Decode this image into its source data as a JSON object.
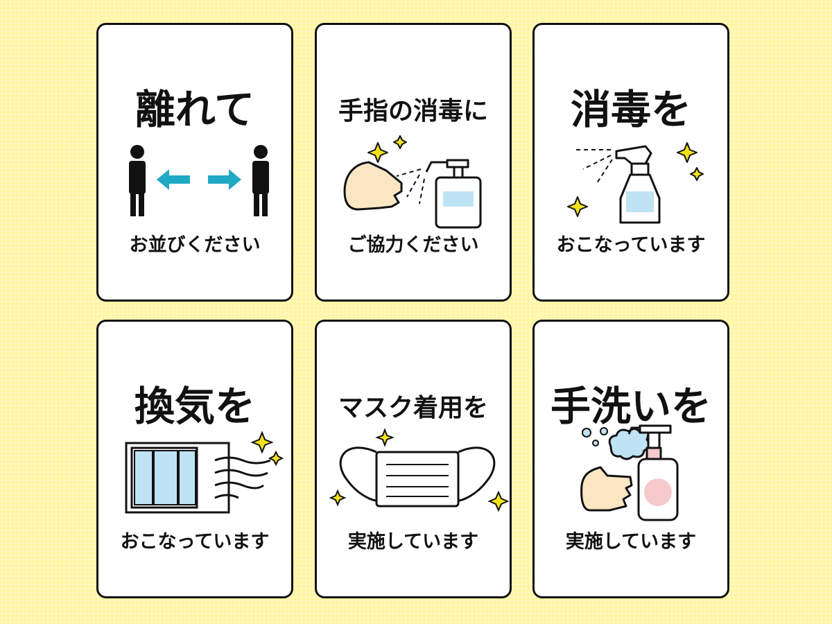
{
  "signs": [
    {
      "title": "離れて",
      "subtitle": "お並びください",
      "icon": "social-distance-icon"
    },
    {
      "title": "手指の消毒に",
      "subtitle": "ご協力ください",
      "icon": "hand-sanitizer-icon"
    },
    {
      "title": "消毒を",
      "subtitle": "おこなっています",
      "icon": "spray-bottle-icon"
    },
    {
      "title": "換気を",
      "subtitle": "おこなっています",
      "icon": "ventilation-window-icon"
    },
    {
      "title": "マスク着用を",
      "subtitle": "実施しています",
      "icon": "face-mask-icon"
    },
    {
      "title": "手洗いを",
      "subtitle": "実施しています",
      "icon": "hand-washing-icon"
    }
  ],
  "colors": {
    "background": "#fff6a6",
    "arrow": "#1fa9c4",
    "liquid": "#bfe3f5",
    "soap": "#f6c9cc",
    "hand": "#fbe6c4",
    "sparkle": "#f3e21c"
  }
}
